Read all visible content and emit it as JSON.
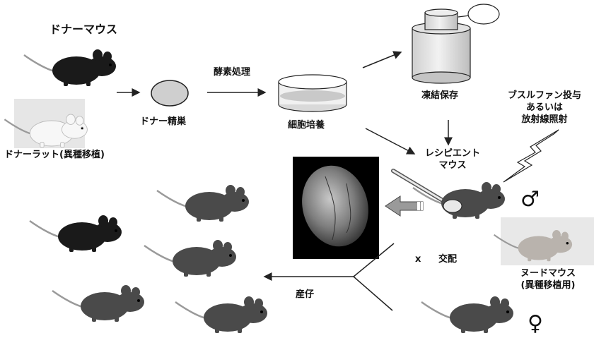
{
  "labels": {
    "donor_mouse": "ドナーマウス",
    "donor_rat": "ドナーラット(異種移植)",
    "donor_testis": "ドナー精巣",
    "enzyme": "酵素処理",
    "culture": "細胞培養",
    "freeze": "凍結保存",
    "busulfan_1": "ブスルファン投与",
    "busulfan_2": "あるいは",
    "busulfan_3": "放射線照射",
    "recipient_1": "レシピエント",
    "recipient_2": "マウス",
    "male_symbol": "♂",
    "female_symbol": "♀",
    "cross": "x",
    "mating": "交配",
    "birth": "産仔",
    "nude_1": "ヌードマウス",
    "nude_2": "(異種移植用)"
  },
  "colors": {
    "line": "#222222",
    "mouse_black": "#1a1a1a",
    "mouse_gray": "#4a4a4a",
    "nude": "#b9b3ad",
    "rat": "#f2f2f2",
    "testis_photo_bg": "#000000",
    "testis": "#8a8a8a"
  }
}
